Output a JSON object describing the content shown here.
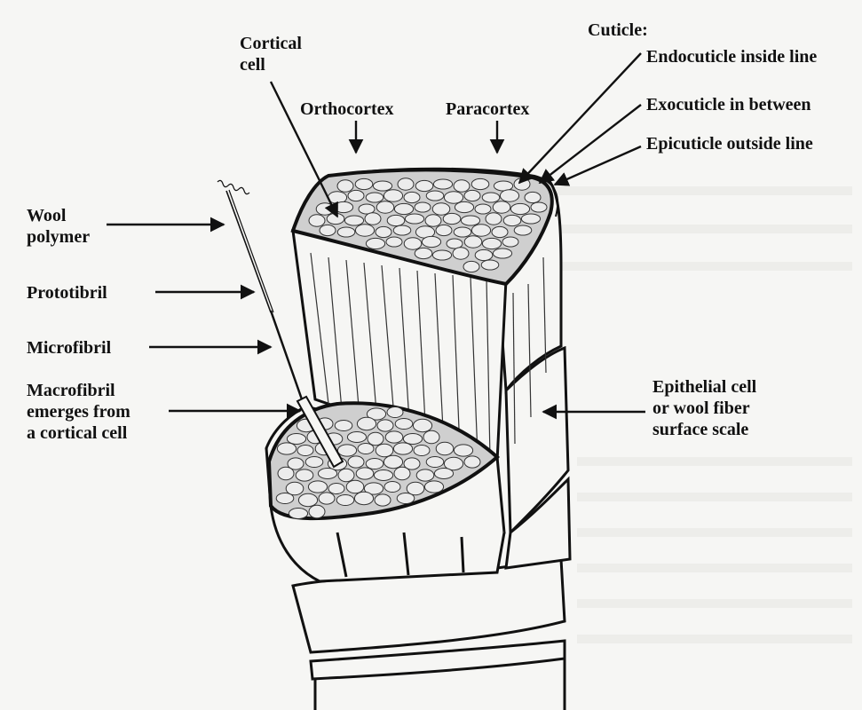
{
  "labels": {
    "cortical_cell": "Cortical\ncell",
    "orthocortex": "Orthocortex",
    "paracortex": "Paracortex",
    "cuticle_title": "Cuticle:",
    "endocuticle": "Endocuticle inside line",
    "exocuticle": "Exocuticle in between",
    "epicuticle": "Epicuticle outside line",
    "wool_polymer": "Wool\npolymer",
    "protofibril": "Prototibril",
    "microfibril": "Microfibril",
    "macrofibril": "Macrofibril\nemerges from\na cortical cell",
    "epithelial": "Epithelial cell\nor wool fiber\nsurface scale"
  },
  "colors": {
    "ink": "#111111",
    "cell_fill": "#c9c9c9",
    "paper": "#f6f6f4"
  }
}
